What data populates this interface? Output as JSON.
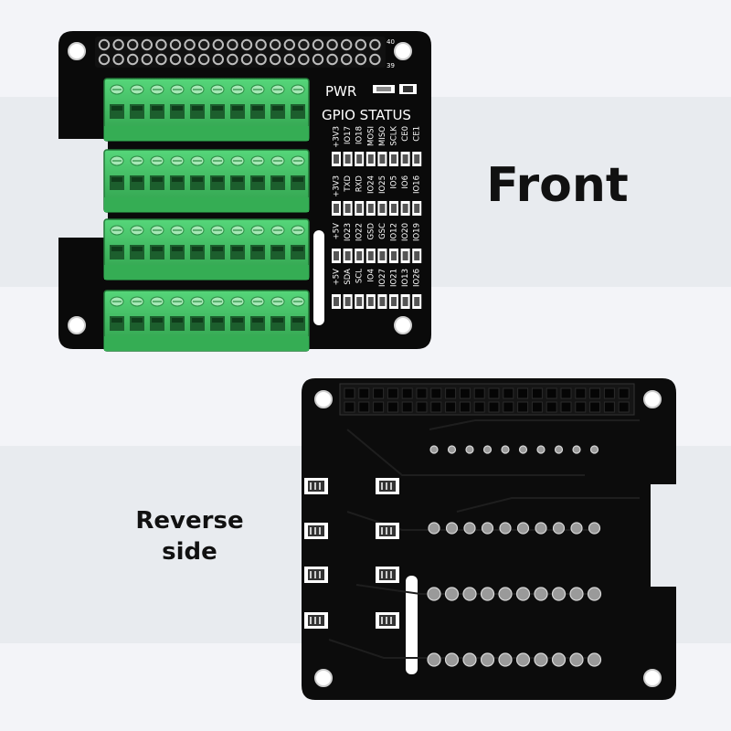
{
  "front_caption": "Front",
  "reverse_caption": {
    "line1": "Reverse",
    "line2": "side"
  },
  "silkscreen": {
    "pin_top": "40",
    "pin_bottom": "39",
    "pwr_label": "PWR",
    "gpio_status_label": "GPIO STATUS",
    "rows": [
      [
        "+3V3",
        "IO17",
        "IO18",
        "MOSI",
        "MISO",
        "SCLK",
        "CE0",
        "CE1"
      ],
      [
        "+3V3",
        "TXD",
        "RXD",
        "IO24",
        "IO25",
        "IO5",
        "IO6",
        "IO16"
      ],
      [
        "+5V",
        "IO23",
        "IO22",
        "GSD",
        "GSC",
        "IO12",
        "IO20",
        "IO19"
      ],
      [
        "+5V",
        "SDA",
        "SCL",
        "IO4",
        "IO27",
        "IO21",
        "IO13",
        "IO26"
      ]
    ]
  },
  "colors": {
    "pcb": "#0a0a0a",
    "terminal_green": "#3fbf5f",
    "band": "#e8ebef",
    "background": "#f3f4f8"
  }
}
